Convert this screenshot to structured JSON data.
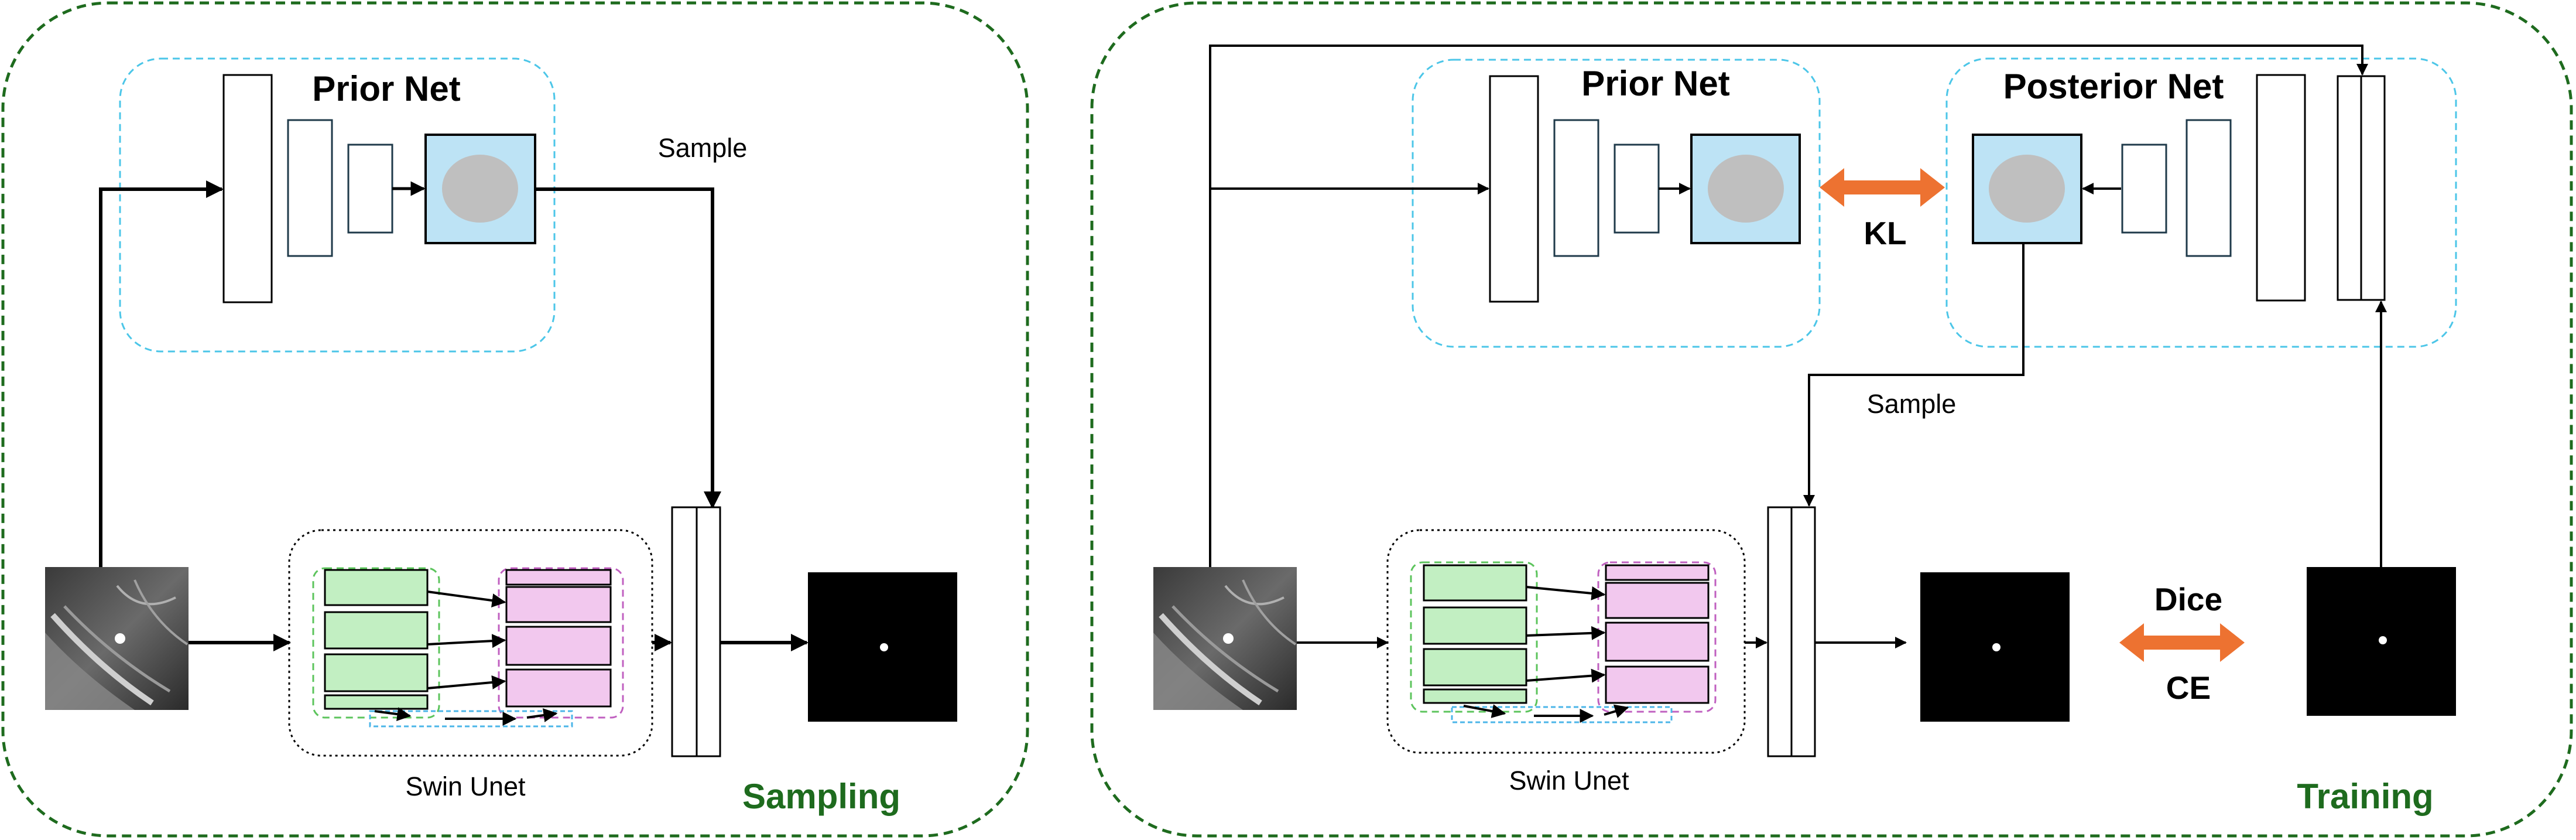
{
  "left_panel": {
    "prior_net_label": "Prior Net",
    "sample_label": "Sample",
    "swin_unet_label": "Swin Unet",
    "mode_label": "Sampling"
  },
  "right_panel": {
    "prior_net_label": "Prior Net",
    "posterior_net_label": "Posterior Net",
    "kl_label": "KL",
    "sample_label": "Sample",
    "swin_unet_label": "Swin Unet",
    "dice_label": "Dice",
    "ce_label": "CE",
    "mode_label": "Training"
  },
  "colors": {
    "panel_border": "#1e6b1e",
    "net_border": "#4cc6e8",
    "latent_fill": "#bde3f5",
    "latent_blob": "#bfbfbf",
    "encoder_fill": "#c2efc2",
    "encoder_border": "#5cc45c",
    "decoder_fill": "#f2c8ee",
    "decoder_border": "#c060c0",
    "bottleneck_border": "#4cb6e8",
    "double_arrow": "#ed7231",
    "mode_text": "#1e6b1e"
  }
}
